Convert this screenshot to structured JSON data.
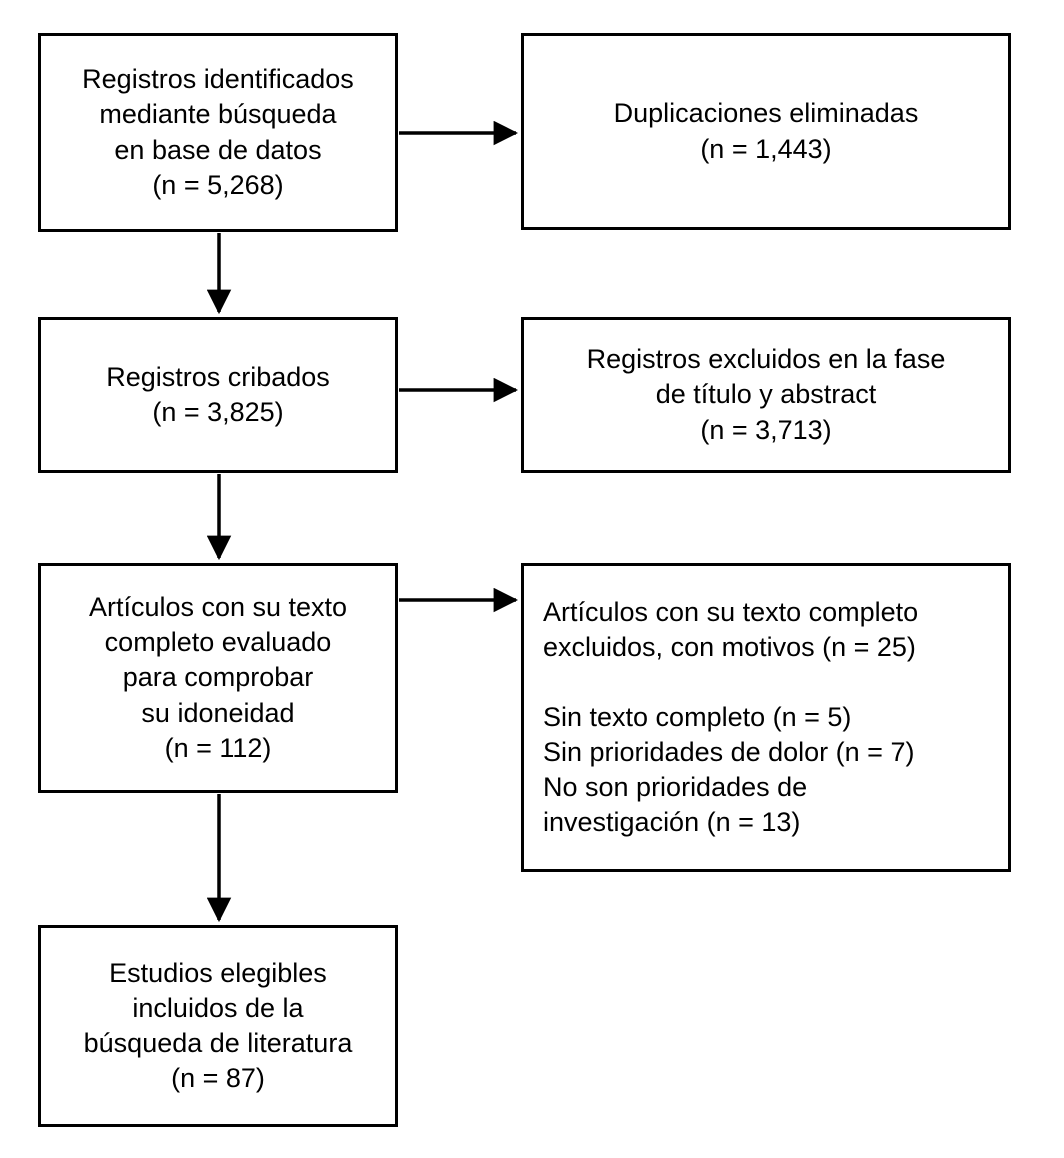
{
  "diagram": {
    "type": "prisma-flow-diagram",
    "language": "es",
    "colors": {
      "background": "#ffffff",
      "box_border": "#000000",
      "text": "#000000",
      "connector": "#000000"
    },
    "boxes": [
      {
        "id": "identified",
        "name": "records-identified-box",
        "align": "center",
        "text": "Registros identificados\nmediante búsqueda\nen base de datos\n(n = 5,268)",
        "count_label": "(n = 5,268)",
        "count": 5268
      },
      {
        "id": "duplicates",
        "name": "duplicates-removed-box",
        "align": "center",
        "text": "Duplicaciones eliminadas\n(n = 1,443)",
        "count_label": "(n = 1,443)",
        "count": 1443
      },
      {
        "id": "screened",
        "name": "records-screened-box",
        "align": "center",
        "text": "Registros cribados\n(n = 3,825)",
        "count_label": "(n = 3,825)",
        "count": 3825
      },
      {
        "id": "excluded-title",
        "name": "records-excluded-title-abstract-box",
        "align": "center",
        "text": "Registros excluidos en la fase\nde título y abstract\n(n = 3,713)",
        "count_label": "(n = 3,713)",
        "count": 3713
      },
      {
        "id": "fulltext",
        "name": "fulltext-assessed-box",
        "align": "center",
        "text": "Artículos con su texto\ncompleto evaluado\npara comprobar\nsu idoneidad\n(n = 112)",
        "count_label": "(n = 112)",
        "count": 112
      },
      {
        "id": "excluded-full",
        "name": "fulltext-excluded-reasons-box",
        "align": "left",
        "text": "Artículos con su texto completo\nexcluidos, con motivos (n = 25)\n\nSin texto completo (n = 5)\nSin prioridades de dolor (n = 7)\nNo son prioridades de\ninvestigación (n = 13)",
        "count_label": "(n = 25)",
        "count": 25,
        "reasons": [
          {
            "label": "Sin texto completo (n = 5)",
            "count": 5
          },
          {
            "label": "Sin prioridades de dolor (n = 7)",
            "count": 7
          },
          {
            "label": "No son prioridades de investigación (n = 13)",
            "count": 13
          }
        ]
      },
      {
        "id": "included",
        "name": "studies-included-box",
        "align": "center",
        "text": "Estudios elegibles\nincluidos de la\nbúsqueda de literatura\n(n = 87)",
        "count_label": "(n = 87)",
        "count": 87
      }
    ],
    "connectors": [
      {
        "id": "identified-to-duplicates",
        "direction": "horizontal",
        "from": "identified",
        "to": "duplicates"
      },
      {
        "id": "identified-to-screened",
        "direction": "vertical",
        "from": "identified",
        "to": "screened"
      },
      {
        "id": "screened-to-excluded",
        "direction": "horizontal",
        "from": "screened",
        "to": "excluded-title"
      },
      {
        "id": "screened-to-fulltext",
        "direction": "vertical",
        "from": "screened",
        "to": "fulltext"
      },
      {
        "id": "fulltext-to-excluded-full",
        "direction": "horizontal",
        "from": "fulltext",
        "to": "excluded-full"
      },
      {
        "id": "fulltext-to-included",
        "direction": "vertical",
        "from": "fulltext",
        "to": "included"
      }
    ]
  }
}
